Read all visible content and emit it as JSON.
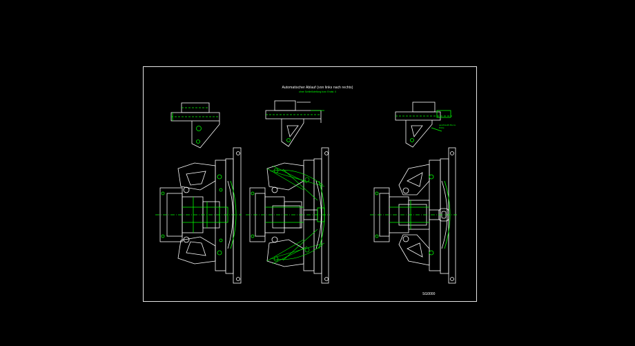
{
  "drawing": {
    "title": "Automatischer Ablauf (von links nach rechts)",
    "subtitle": "ohne Schließstellung bzw. Endst. 0",
    "note": "geschweißt Ra  ca. Dicke",
    "drawing_number": "SG0000"
  },
  "colors": {
    "background": "#000000",
    "frame": "#e8e8e8",
    "outline": "#ffffff",
    "detail": "#00ff00",
    "text": "#ffffff"
  },
  "views": [
    "left-state",
    "middle-state",
    "right-state"
  ]
}
